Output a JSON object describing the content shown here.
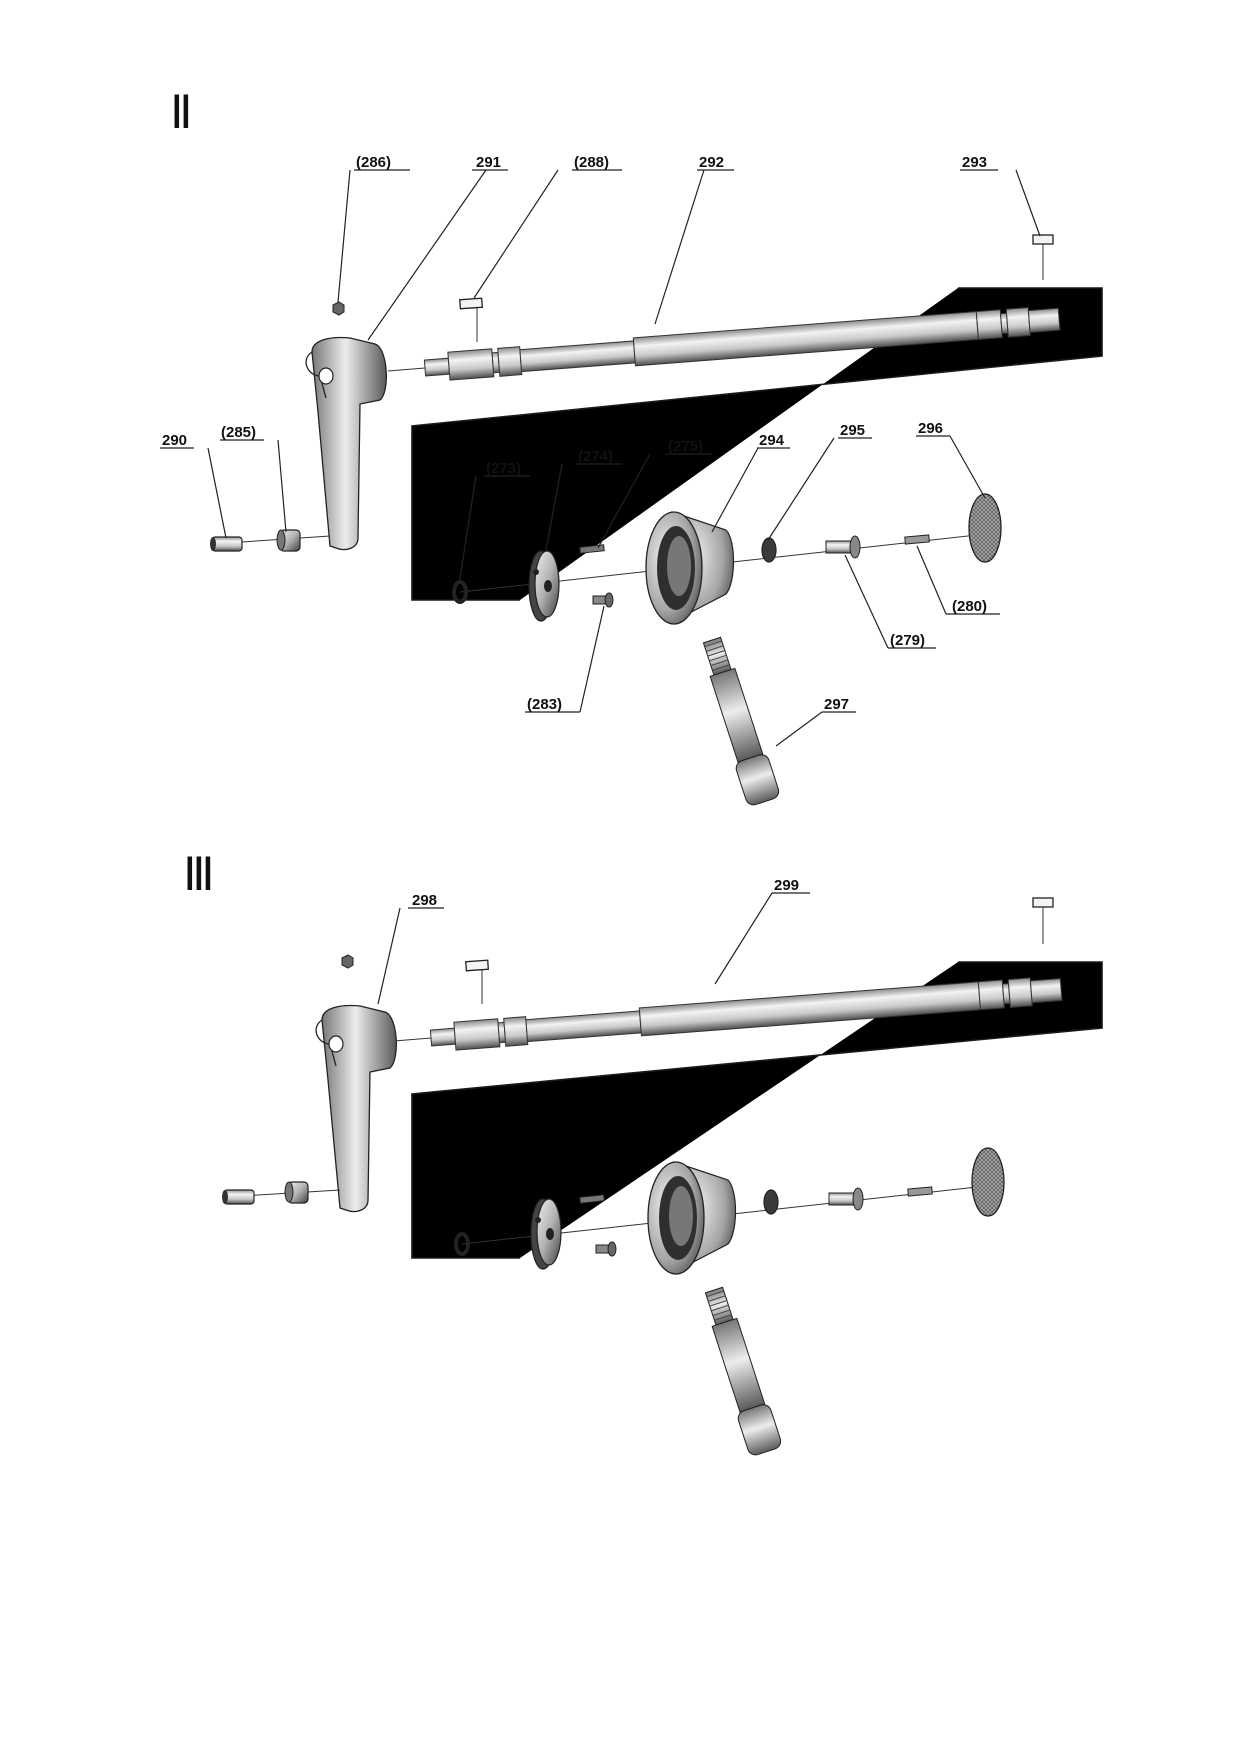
{
  "sections": [
    {
      "title": "Ⅱ",
      "callouts": [
        "(286)",
        "291",
        "(288)",
        "292",
        "293",
        "290",
        "(285)",
        "(273)",
        "(274)",
        "(275)",
        "294",
        "295",
        "296",
        "(280)",
        "(279)",
        "(283)",
        "297"
      ]
    },
    {
      "title": "Ⅲ",
      "callouts": [
        "298",
        "299"
      ]
    }
  ]
}
